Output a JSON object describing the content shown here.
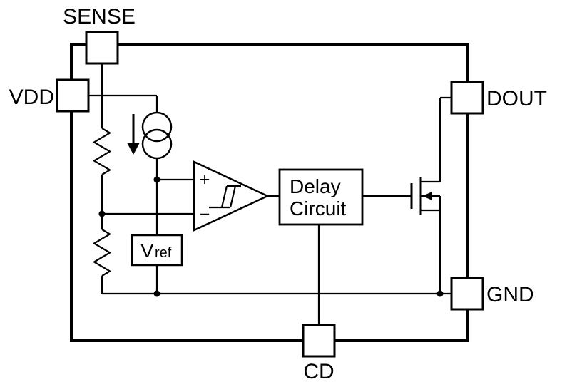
{
  "pins": {
    "sense": {
      "label": "SENSE"
    },
    "vdd": {
      "label": "VDD"
    },
    "dout": {
      "label": "DOUT"
    },
    "gnd": {
      "label": "GND"
    },
    "cd": {
      "label": "CD"
    }
  },
  "blocks": {
    "delay": {
      "line1": "Delay",
      "line2": "Circuit"
    },
    "vref": {
      "symbol": "V",
      "subscript": "ref"
    }
  },
  "comparator": {
    "noninverting": "+",
    "inverting": "−"
  },
  "colors": {
    "line": "#000000",
    "background": "#ffffff",
    "text": "#000000"
  }
}
